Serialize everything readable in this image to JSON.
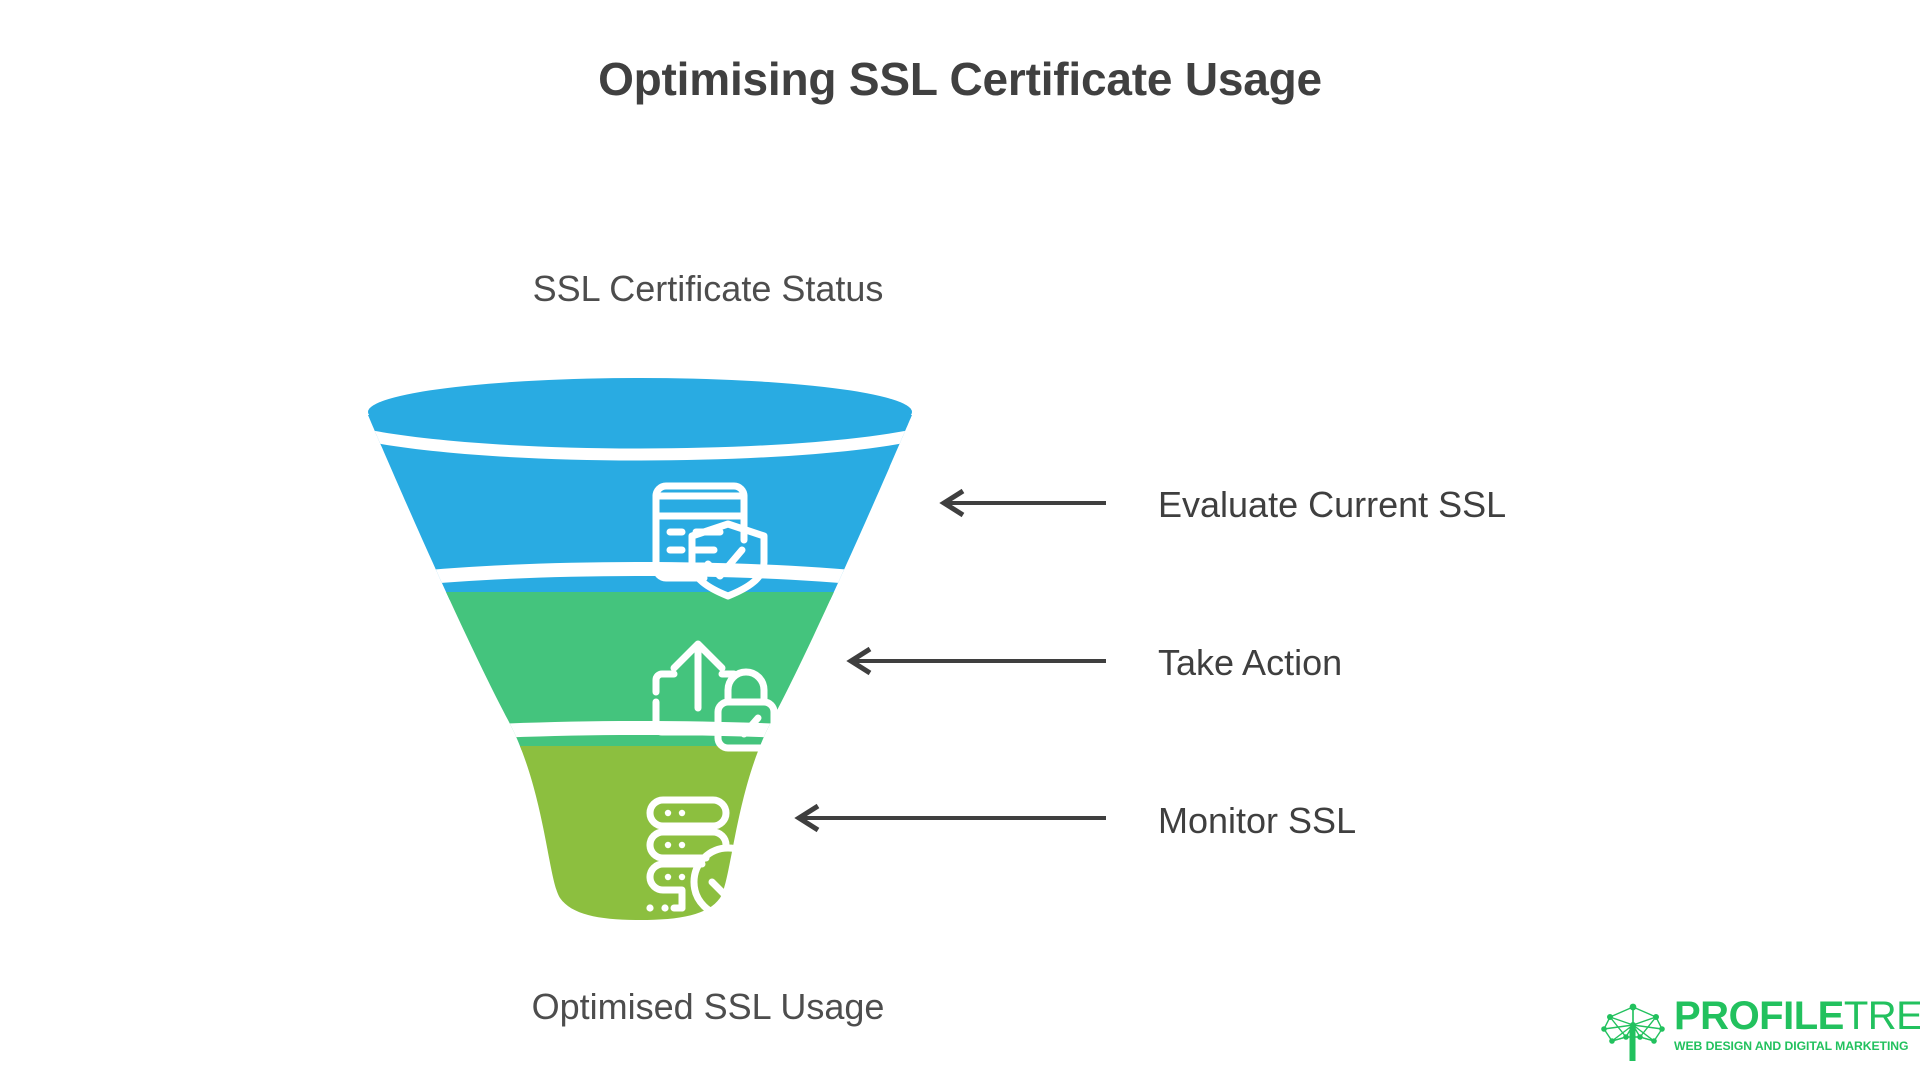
{
  "page": {
    "title": "Optimising SSL Certificate Usage",
    "background_color": "#ffffff",
    "title_color": "#404040"
  },
  "funnel": {
    "top_caption": "SSL Certificate Status",
    "bottom_caption": "Optimised SSL Usage",
    "stages": [
      {
        "label": "Evaluate Current SSL",
        "color": "#29ABE2",
        "icon": "certificate-document-shield-check-icon"
      },
      {
        "label": "Take Action",
        "color": "#44c47d",
        "icon": "upload-lock-check-icon"
      },
      {
        "label": "Monitor SSL",
        "color": "#8cbf3f",
        "icon": "server-stack-check-circle-icon"
      }
    ],
    "arrow_color": "#3f3f3f",
    "divider_color": "#ffffff"
  },
  "logo": {
    "word_primary": "PROFILE",
    "word_secondary": "TREE",
    "tagline": "WEB DESIGN AND DIGITAL MARKETING",
    "color": "#22c15e",
    "mark": "tree-network-icon"
  }
}
